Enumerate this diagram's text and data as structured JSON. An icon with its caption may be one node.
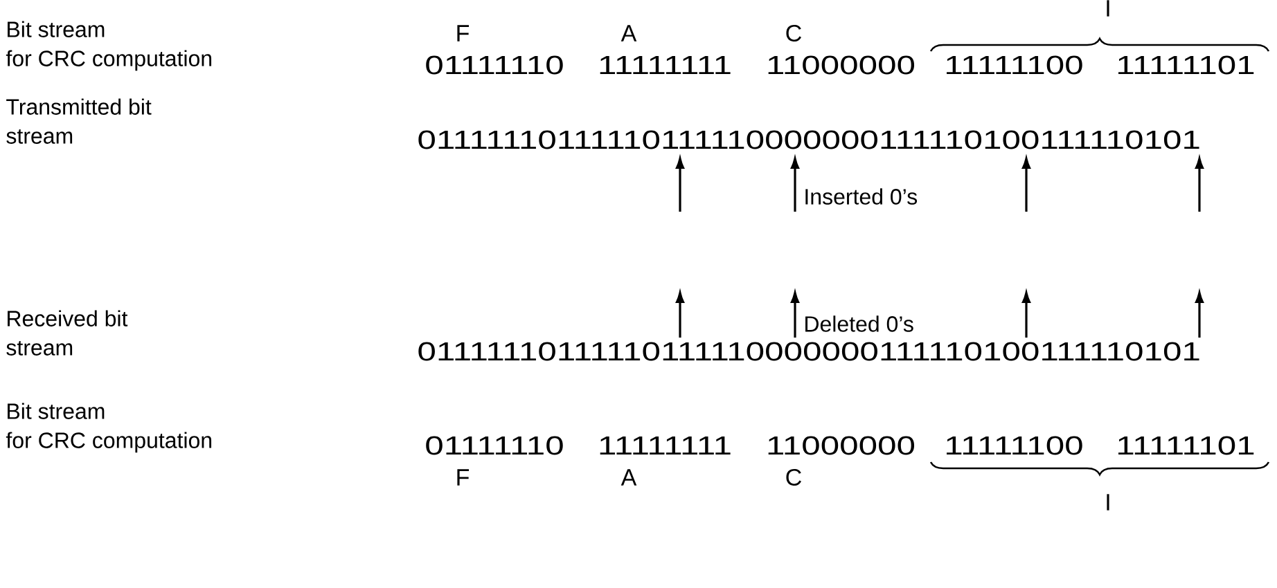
{
  "diagram": {
    "labels": [
      "Bit stream for CRC computation",
      "F",
      "A",
      "C",
      "I",
      "01111110",
      "11111111",
      "11000000",
      "11111100",
      "11111101",
      "Transmitted bit stream",
      "01111110111110111110000000111110100111110101",
      "Inserted 0’s",
      "Received bit stream",
      "Deleted 0’s",
      "01111110111110111110000000111110100111110101",
      "Bit stream for CRC computation",
      "01111110",
      "11111111",
      "11000000",
      "11111100",
      "11111101",
      "F",
      "A",
      "C",
      "I"
    ]
  }
}
